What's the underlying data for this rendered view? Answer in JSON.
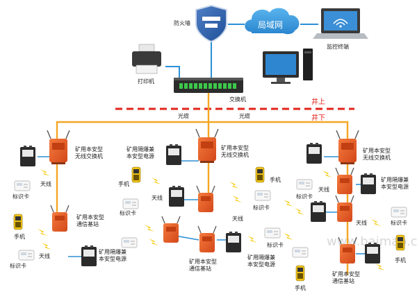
{
  "labels": {
    "firewall": "防火墙",
    "lan": "局域网",
    "monitor": "监控终端",
    "printer": "打印机",
    "switch": "交换机",
    "fiber": "光缆",
    "above": "井上",
    "below": "井下",
    "wireless_switch": "矿用本安型\n无线交换机",
    "flameproof_power": "矿用隔爆兼\n本安型电源",
    "base_station": "矿用本安型\n通信基站",
    "antenna": "天线",
    "phone": "手机",
    "tag": "标识卡",
    "watermark": "www.baimao.com"
  },
  "colors": {
    "fiber": "#f5a623",
    "lan_blue": "#2b8fd6",
    "device_orange": "#e9602a",
    "divider": "#e2231a",
    "spark": "#f7c600"
  }
}
